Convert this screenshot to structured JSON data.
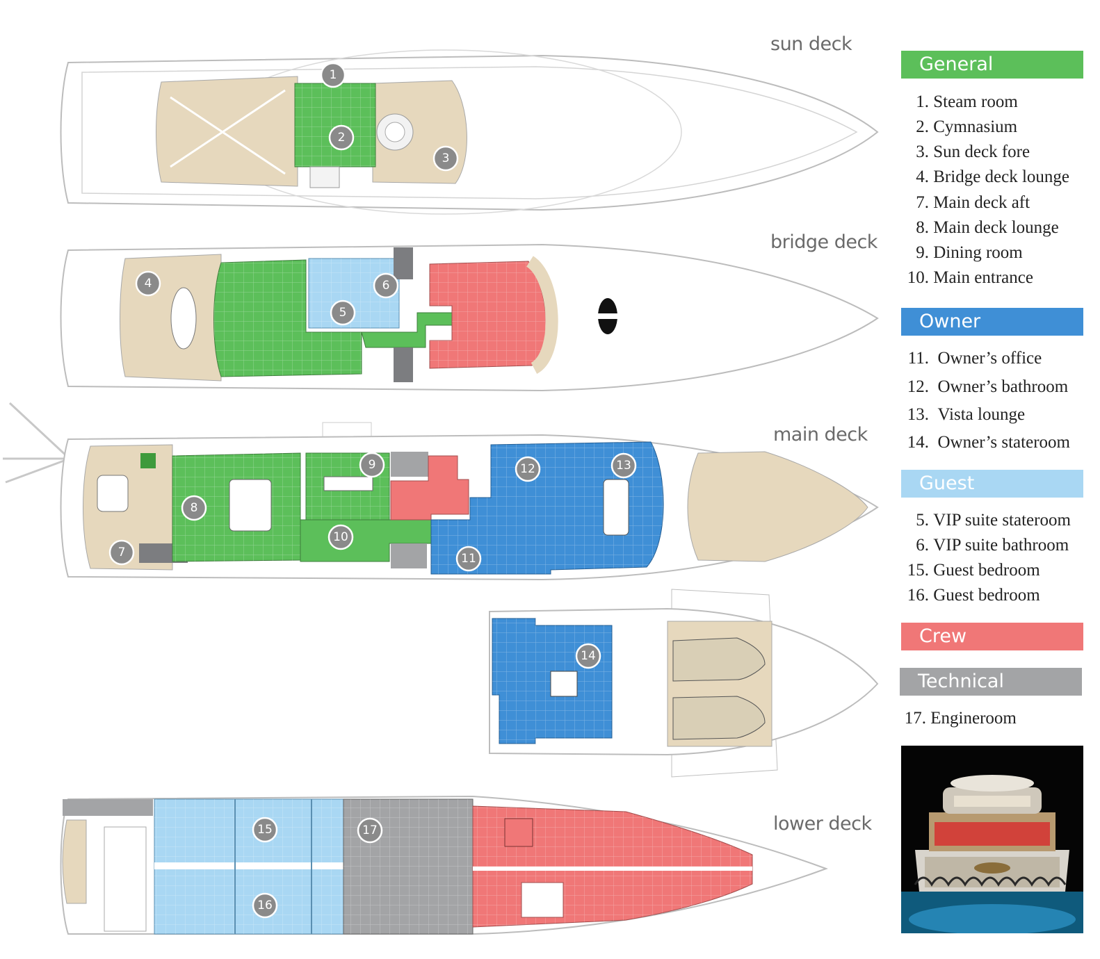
{
  "colors": {
    "general": "#5cbf5a",
    "owner": "#3f8fd6",
    "guest": "#a9d7f3",
    "crew": "#f07777",
    "technical": "#a3a4a6",
    "deck": "#e6d8bd",
    "hull_line": "#b9b9b9",
    "marker": "#8a8a8a"
  },
  "decks": {
    "sun": "sun deck",
    "bridge": "bridge deck",
    "main": "main deck",
    "lower": "lower deck"
  },
  "legend": {
    "general": {
      "title": "General",
      "items": [
        {
          "num": "1.",
          "label": "Steam room"
        },
        {
          "num": "2.",
          "label": "Cymnasium"
        },
        {
          "num": "3.",
          "label": "Sun deck fore"
        },
        {
          "num": "4.",
          "label": "Bridge deck lounge"
        },
        {
          "num": "7.",
          "label": "Main deck aft"
        },
        {
          "num": "8.",
          "label": "Main deck lounge"
        },
        {
          "num": "9.",
          "label": "Dining room"
        },
        {
          "num": "10.",
          "label": "Main entrance"
        }
      ]
    },
    "owner": {
      "title": "Owner",
      "items": [
        {
          "num": "11.",
          "label": "Owner’s office"
        },
        {
          "num": "12.",
          "label": "Owner’s bathroom"
        },
        {
          "num": "13.",
          "label": "Vista lounge"
        },
        {
          "num": "14.",
          "label": "Owner’s stateroom"
        }
      ]
    },
    "guest": {
      "title": "Guest",
      "items": [
        {
          "num": "5.",
          "label": "VIP suite stateroom"
        },
        {
          "num": "6.",
          "label": "VIP suite bathroom"
        },
        {
          "num": "15.",
          "label": "Guest bedroom"
        },
        {
          "num": "16.",
          "label": "Guest bedroom"
        }
      ]
    },
    "crew": {
      "title": "Crew"
    },
    "technical": {
      "title": "Technical",
      "items": [
        {
          "num": "17.",
          "label": "Engineroom"
        }
      ]
    }
  },
  "markers": {
    "m1": "1",
    "m2": "2",
    "m3": "3",
    "m4": "4",
    "m5": "5",
    "m6": "6",
    "m7": "7",
    "m8": "8",
    "m9": "9",
    "m10": "10",
    "m11": "11",
    "m12": "12",
    "m13": "13",
    "m14": "14",
    "m15": "15",
    "m16": "16",
    "m17": "17"
  }
}
